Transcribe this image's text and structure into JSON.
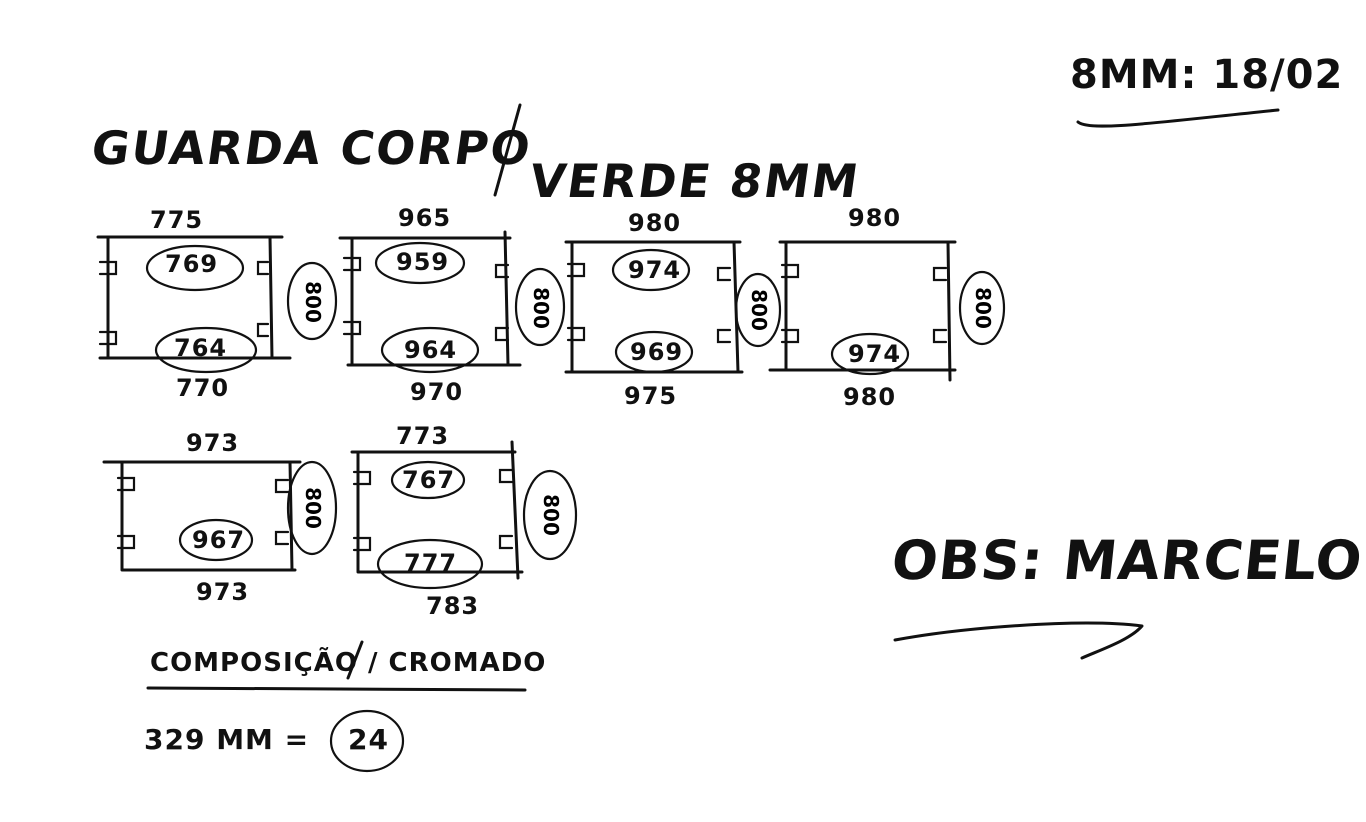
{
  "header": {
    "title_left": "GUARDA CORPO",
    "title_right": "VERDE 8MM",
    "date_label": "8MM: 18/02"
  },
  "panels": [
    {
      "top": "775",
      "bottom": "770",
      "side": "800",
      "circle_top": "769",
      "circle_bottom": "764"
    },
    {
      "top": "965",
      "bottom": "970",
      "side": "800",
      "circle_top": "959",
      "circle_bottom": "964"
    },
    {
      "top": "980",
      "bottom": "975",
      "side": "800",
      "circle_top": "974",
      "circle_bottom": "969"
    },
    {
      "top": "980",
      "bottom": "980",
      "side": "800",
      "circle_top": "",
      "circle_bottom": "974"
    },
    {
      "top": "973",
      "bottom": "973",
      "side": "800",
      "circle_top": "",
      "circle_bottom": "967"
    },
    {
      "top": "773",
      "bottom": "783",
      "side": "800",
      "circle_top": "767",
      "circle_bottom": "777"
    }
  ],
  "composition": {
    "label": "COMPOSIÇÃO / CROMADO",
    "formula_left": "329 MM =",
    "formula_result": "24"
  },
  "signature": {
    "text": "OBS: MARCELO"
  }
}
